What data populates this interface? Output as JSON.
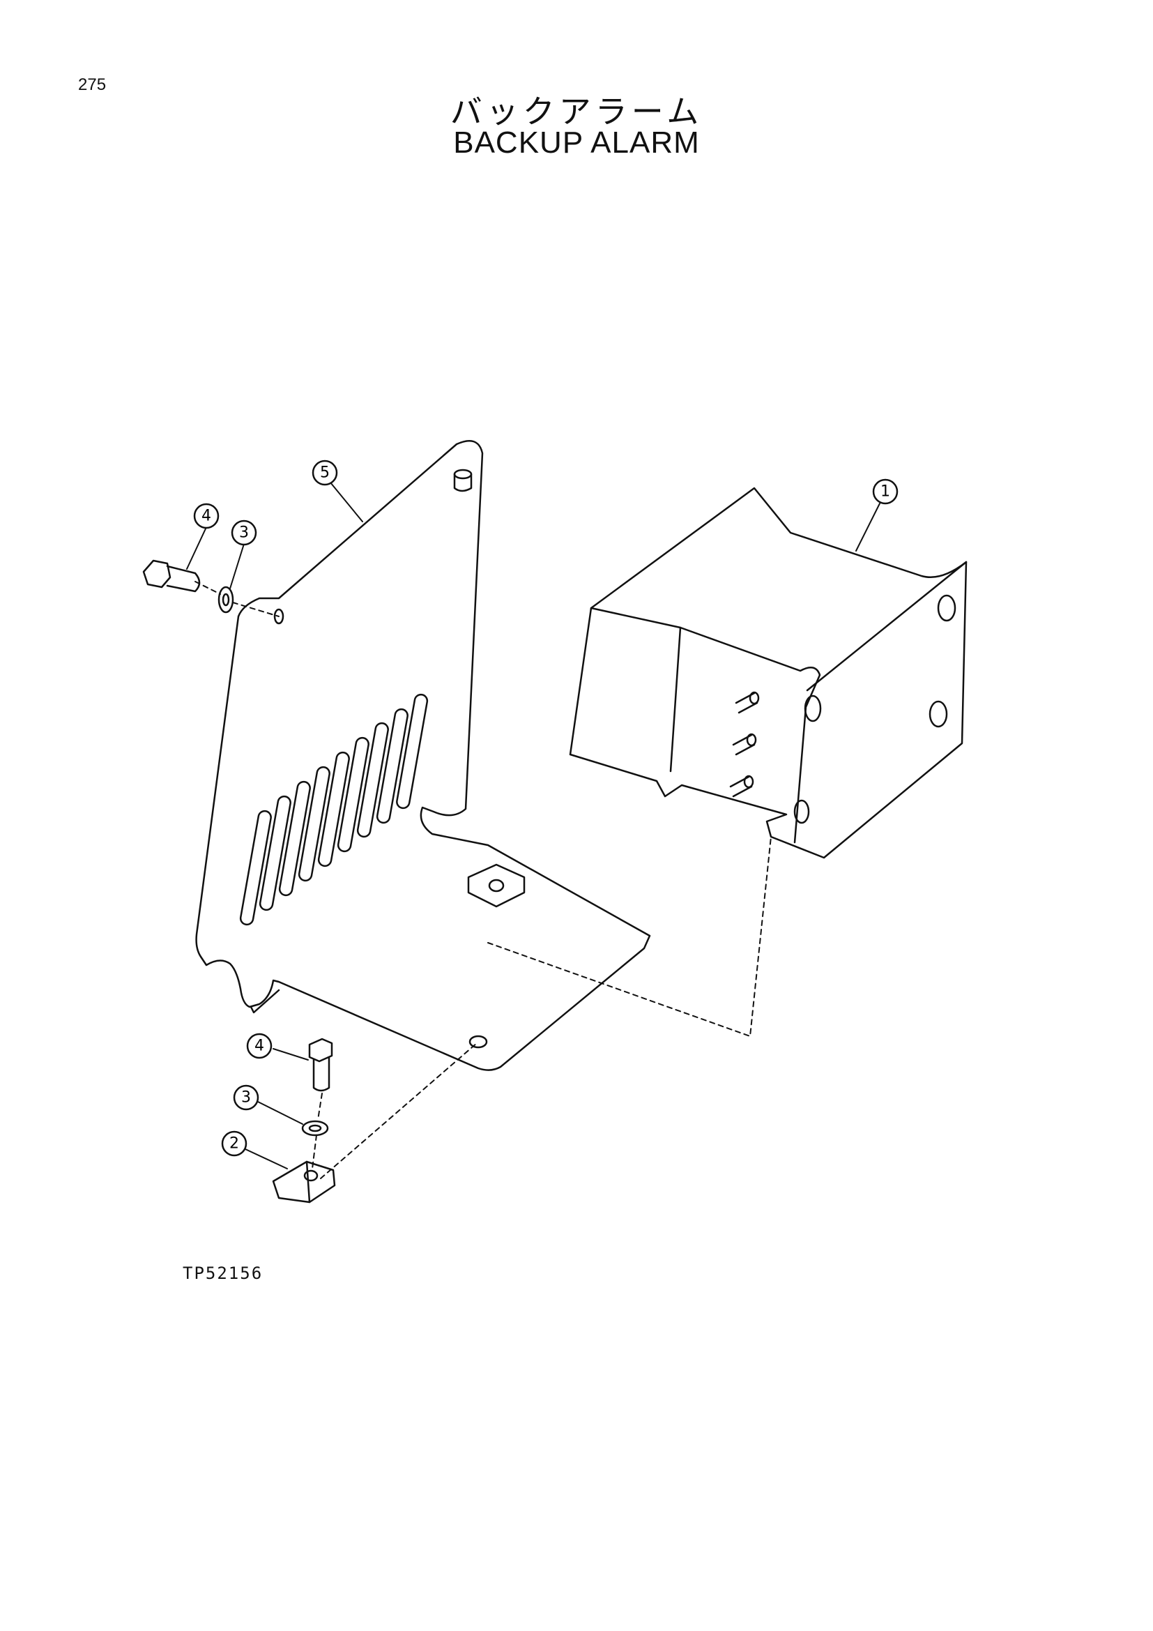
{
  "page": {
    "number": "275",
    "title_jp": "バックアラーム",
    "title_en": "BACKUP  ALARM",
    "reference_code": "TP52156"
  },
  "callouts": [
    {
      "id": "callout-1",
      "label": "1"
    },
    {
      "id": "callout-2",
      "label": "2"
    },
    {
      "id": "callout-3-upper",
      "label": "3"
    },
    {
      "id": "callout-3-lower",
      "label": "3"
    },
    {
      "id": "callout-4-upper",
      "label": "4"
    },
    {
      "id": "callout-4-lower",
      "label": "4"
    },
    {
      "id": "callout-5",
      "label": "5"
    }
  ]
}
